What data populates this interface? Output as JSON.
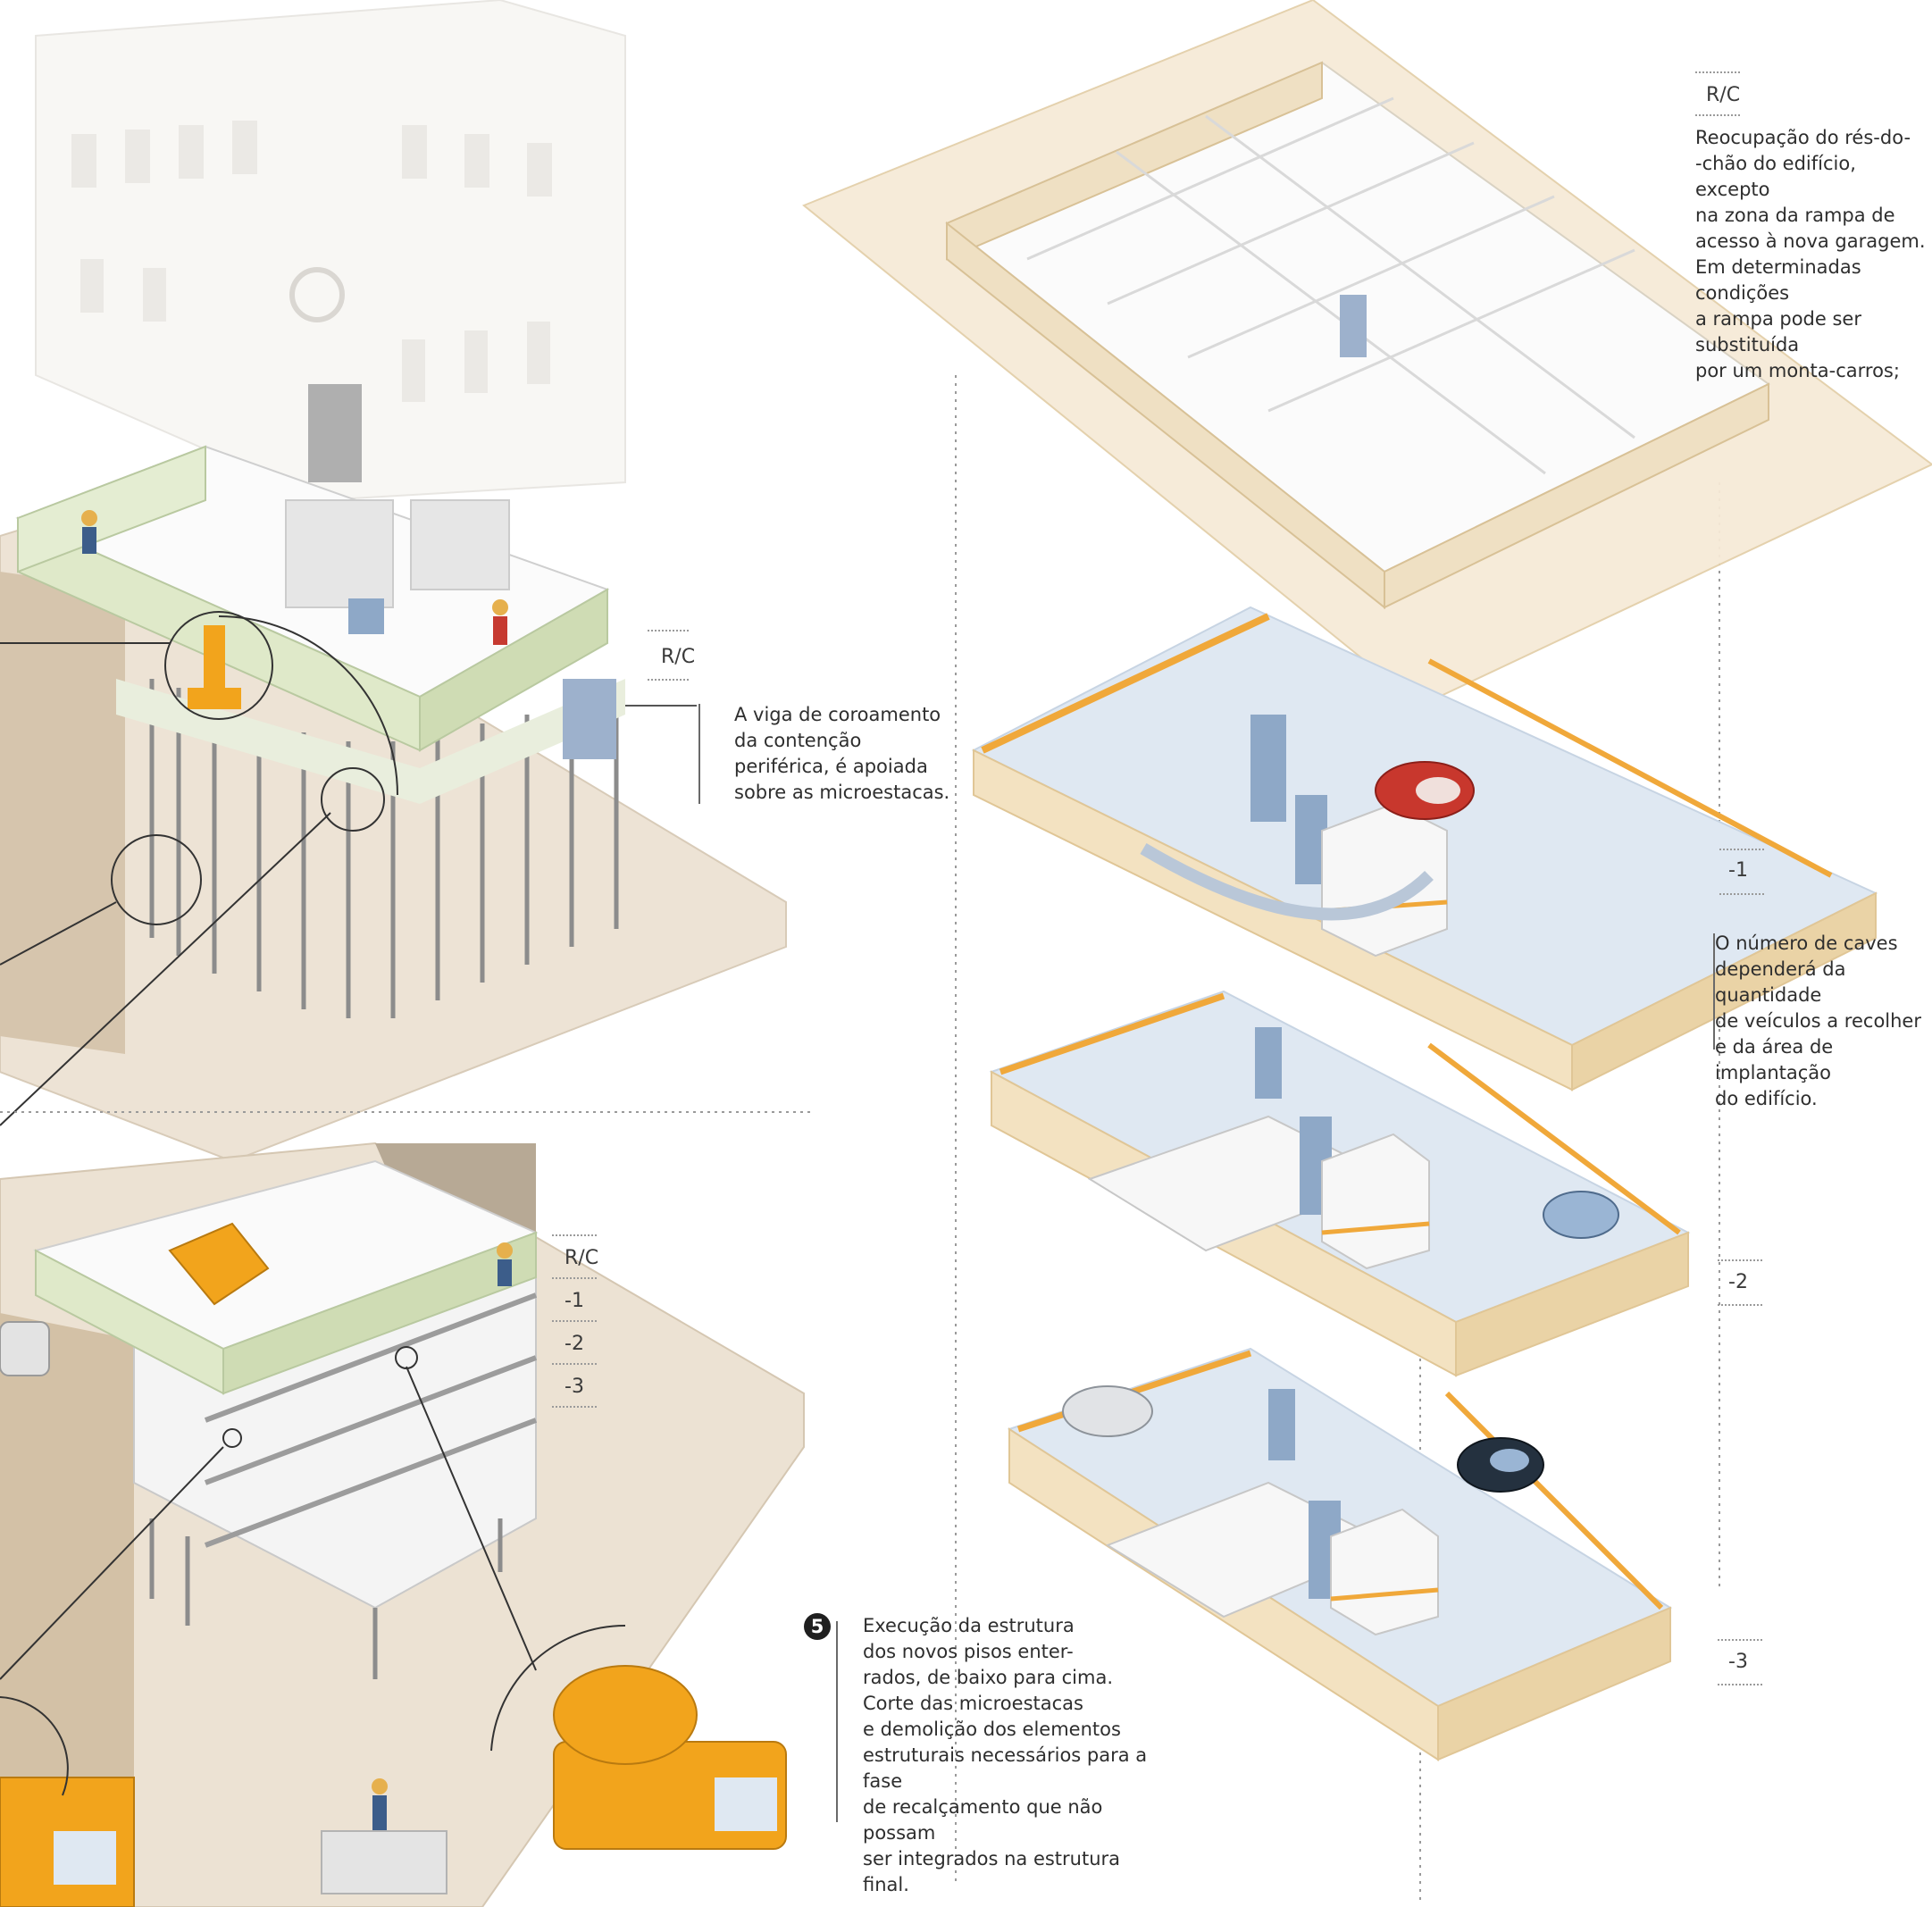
{
  "colors": {
    "slab": "#f6ead7",
    "slab_edge": "#e9d3ad",
    "wall_beige": "#efe0c3",
    "wall_green": "#dfe9c9",
    "floor_blue": "#dce6f1",
    "column_blue": "#8ea8c7",
    "stripe_orange": "#f0a83a",
    "ground": "#e8dccb",
    "machine_yellow": "#f2a41c",
    "car_red": "#c8372d",
    "car_blue": "#9ab5d4",
    "car_dark": "#24313f"
  },
  "levels": {
    "rc": "R/C",
    "b1": "-1",
    "b2": "-2",
    "b3": "-3"
  },
  "notes": {
    "rc_note": "Reocupação do rés-do-\n-chão do edifício, excepto\nna zona da rampa de\nacesso à nova garagem.\nEm determinadas condições\na rampa pode ser substituída\npor um monta-carros;",
    "beam_note": "A viga de coroamento\nda contenção\nperiférica, é apoiada\nsobre as microestacas.",
    "caves_note": "O número de caves\ndependerá da quantidade\nde veículos a recolher\ne da área de implantação\ndo edifício.",
    "step5_number": "5",
    "step5_note": "Execução da estrutura\ndos novos pisos enter-\nrados,  de baixo para cima.\nCorte  das microestacas\ne demolição dos elementos\nestruturais necessários para a fase\nde recalçamento que não possam\nser integrados na estrutura final."
  }
}
